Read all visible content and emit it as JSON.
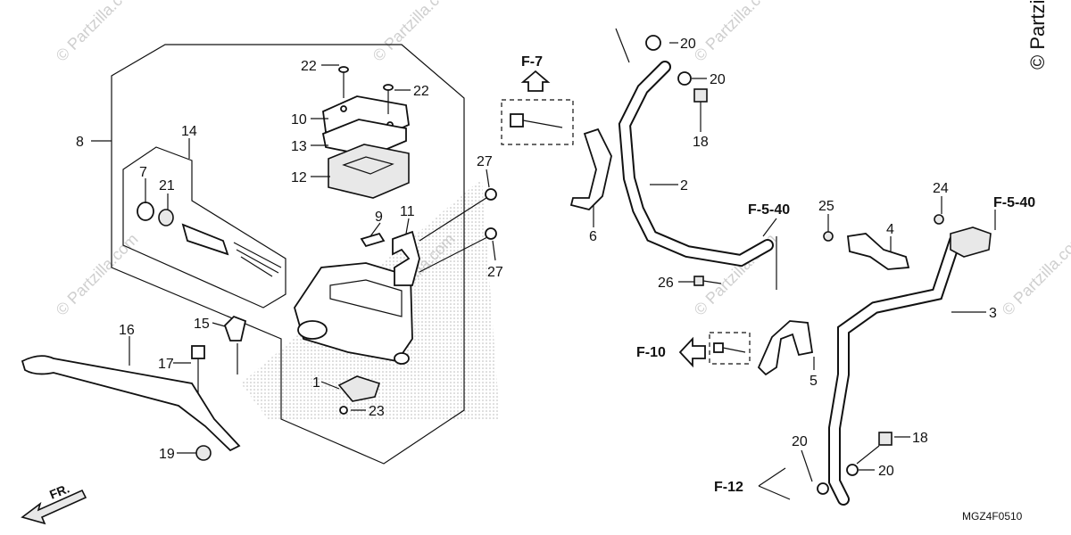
{
  "watermark": "© Partzilla.com",
  "copyright": "© Partzilla",
  "diagram_code": "MGZ4F0510",
  "front_marker": "FR.",
  "refs": {
    "f7": "F-7",
    "f540_left": "F-5-40",
    "f540_right": "F-5-40",
    "f10": "F-10",
    "f12": "F-12"
  },
  "callouts": {
    "c1": "1",
    "c2": "2",
    "c3": "3",
    "c4": "4",
    "c5": "5",
    "c6": "6",
    "c7": "7",
    "c8": "8",
    "c9": "9",
    "c10": "10",
    "c11": "11",
    "c12": "12",
    "c13": "13",
    "c14": "14",
    "c15": "15",
    "c16": "16",
    "c17": "17",
    "c18a": "18",
    "c18b": "18",
    "c19": "19",
    "c20a": "20",
    "c20b": "20",
    "c20c": "20",
    "c20d": "20",
    "c21": "21",
    "c22a": "22",
    "c22b": "22",
    "c23": "23",
    "c24": "24",
    "c25": "25",
    "c26": "26",
    "c27a": "27",
    "c27b": "27"
  }
}
